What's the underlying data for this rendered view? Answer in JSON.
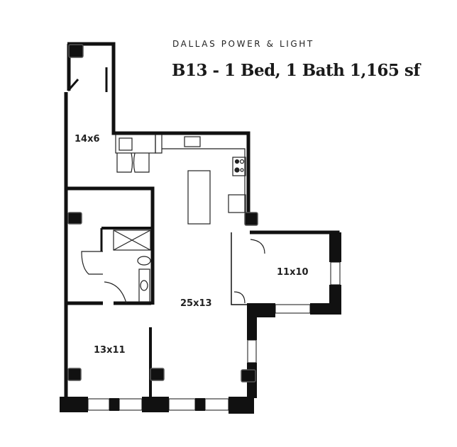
{
  "header": {
    "building_name": "DALLAS POWER & LIGHT",
    "unit_title": "B13 - 1 Bed, 1 Bath 1,165 sf"
  },
  "rooms": [
    {
      "id": "entry",
      "dimensions": "14x6"
    },
    {
      "id": "living",
      "dimensions": "25x13"
    },
    {
      "id": "bedroom",
      "dimensions": "13x11"
    },
    {
      "id": "den",
      "dimensions": "11x10"
    }
  ],
  "colors": {
    "wall": "#111111",
    "background": "#ffffff"
  }
}
